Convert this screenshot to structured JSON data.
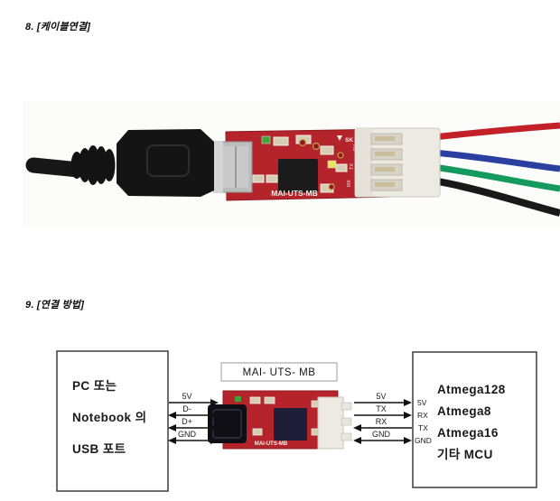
{
  "sections": {
    "cable_connection": {
      "heading": "8. [케이블연결]"
    },
    "connection_method": {
      "heading": "9. [연결 방법]"
    }
  },
  "photo": {
    "board_silkscreen": "MAI-UTS-MB",
    "board_mark_sk": "SK",
    "pin_marks": [
      "5V",
      "TX",
      "RX"
    ]
  },
  "diagram": {
    "pc_box": {
      "line1": "PC 또는",
      "line2": "Notebook 의",
      "line3": "USB 포트"
    },
    "module_label": "MAI- UTS- MB",
    "module_silkscreen": "MAI-UTS-MB",
    "usb_signals": [
      {
        "label": "5V",
        "direction": "right"
      },
      {
        "label": "D-",
        "direction": "both"
      },
      {
        "label": "D+",
        "direction": "both"
      },
      {
        "label": "GND",
        "direction": "both"
      }
    ],
    "mcu_signals": [
      {
        "label": "5V",
        "direction": "right",
        "pin": "5V"
      },
      {
        "label": "TX",
        "direction": "right",
        "pin": "RX"
      },
      {
        "label": "RX",
        "direction": "left",
        "pin": "TX"
      },
      {
        "label": "GND",
        "direction": "both",
        "pin": "GND"
      }
    ],
    "mcu_box": {
      "line1": "Atmega128",
      "line2": "Atmega8",
      "line3": "Atmega16",
      "line4": "기타 MCU"
    }
  },
  "colors": {
    "pcb_red": "#b5242b",
    "pcb_red_dark": "#8c1a1f",
    "wire_red": "#c22127",
    "wire_blue": "#2b3fa0",
    "wire_green": "#14995f",
    "wire_black": "#191919",
    "connector_white": "#edeae4"
  }
}
